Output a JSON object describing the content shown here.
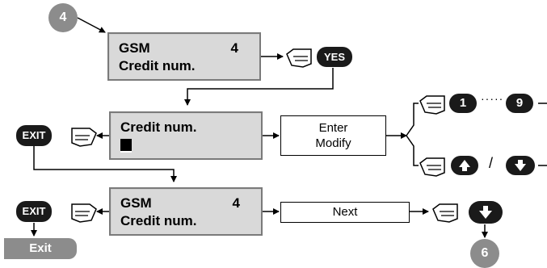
{
  "steps": {
    "start": "4",
    "end": "6"
  },
  "screens": {
    "top": {
      "line1": "GSM",
      "num": "4",
      "line2": "Credit num."
    },
    "middle": {
      "line1": "Credit num."
    },
    "bottom": {
      "line1": "GSM",
      "num": "4",
      "line2": "Credit num."
    }
  },
  "boxes": {
    "enter_modify_1": "Enter",
    "enter_modify_2": "Modify",
    "next": "Next"
  },
  "keys": {
    "yes": "YES",
    "exit": "EXIT",
    "one": "1",
    "nine": "9",
    "exit_button": "Exit",
    "ellipsis": "·····",
    "slash": "/"
  }
}
